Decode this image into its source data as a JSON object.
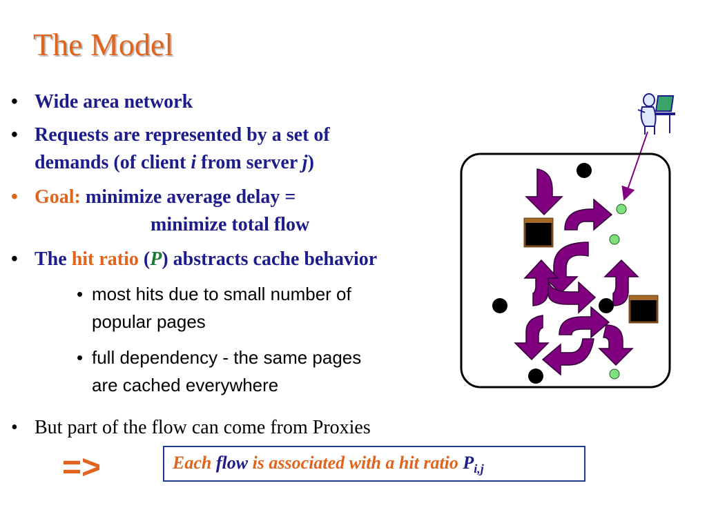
{
  "slide": {
    "title": "The Model",
    "bullet_symbol": "•",
    "b1": {
      "text": "Wide area network"
    },
    "b2": {
      "line1": "Requests are represented by a set of",
      "line2_a": "demands (of client ",
      "line2_i": "i",
      "line2_b": " from server ",
      "line2_j": "j",
      "line2_c": ")"
    },
    "b3": {
      "label": "Goal:",
      "line1": " minimize average delay =",
      "line2": "minimize total flow"
    },
    "b4": {
      "a": "The ",
      "hit": "hit ratio",
      "b": " (",
      "p": "P",
      "c": ") abstracts cache behavior"
    },
    "sub1": {
      "line1": "most hits due to small number of",
      "line2": "popular pages"
    },
    "sub2": {
      "line1": "full dependency - the same pages",
      "line2": "are cached everywhere"
    },
    "b5": {
      "text": "But part of the flow can come from Proxies"
    },
    "implies": "=>",
    "callout": {
      "a": "Each ",
      "flow": "flow",
      "b": " is associated with a hit ratio ",
      "p": "P",
      "sub": "i,j"
    }
  },
  "colors": {
    "title": "#e0641e",
    "text_blue": "#1c1c8a",
    "accent_orange": "#e0641e",
    "flow_arrow": "#800080",
    "client_node": "#7ee07e",
    "server_node": "#000000"
  },
  "icons": [
    "user-at-computer-icon",
    "proxy-server-icon",
    "flow-arrow-icon"
  ]
}
